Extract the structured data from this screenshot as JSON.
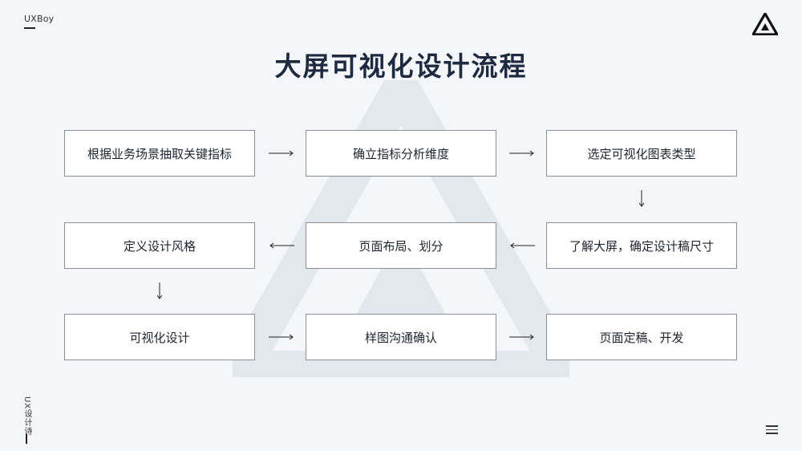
{
  "header": {
    "brand": "UXBoy",
    "title": "大屏可视化设计流程"
  },
  "flow": {
    "steps": [
      "根据业务场景抽取关键指标",
      "确立指标分析维度",
      "选定可视化图表类型",
      "了解大屏，确定设计稿尺寸",
      "页面布局、划分",
      "定义设计风格",
      "可视化设计",
      "样图沟通确认",
      "页面定稿、开发"
    ]
  },
  "footer": {
    "side_label": "UX设计诗"
  },
  "icons": {
    "logo": "triangle-logo-icon",
    "menu": "menu-icon",
    "arrow": "arrow-icon"
  },
  "colors": {
    "background": "#f4f6fa",
    "box_border": "#8a8f99",
    "title": "#1e2a3f",
    "watermark": "#dfe3ea"
  }
}
